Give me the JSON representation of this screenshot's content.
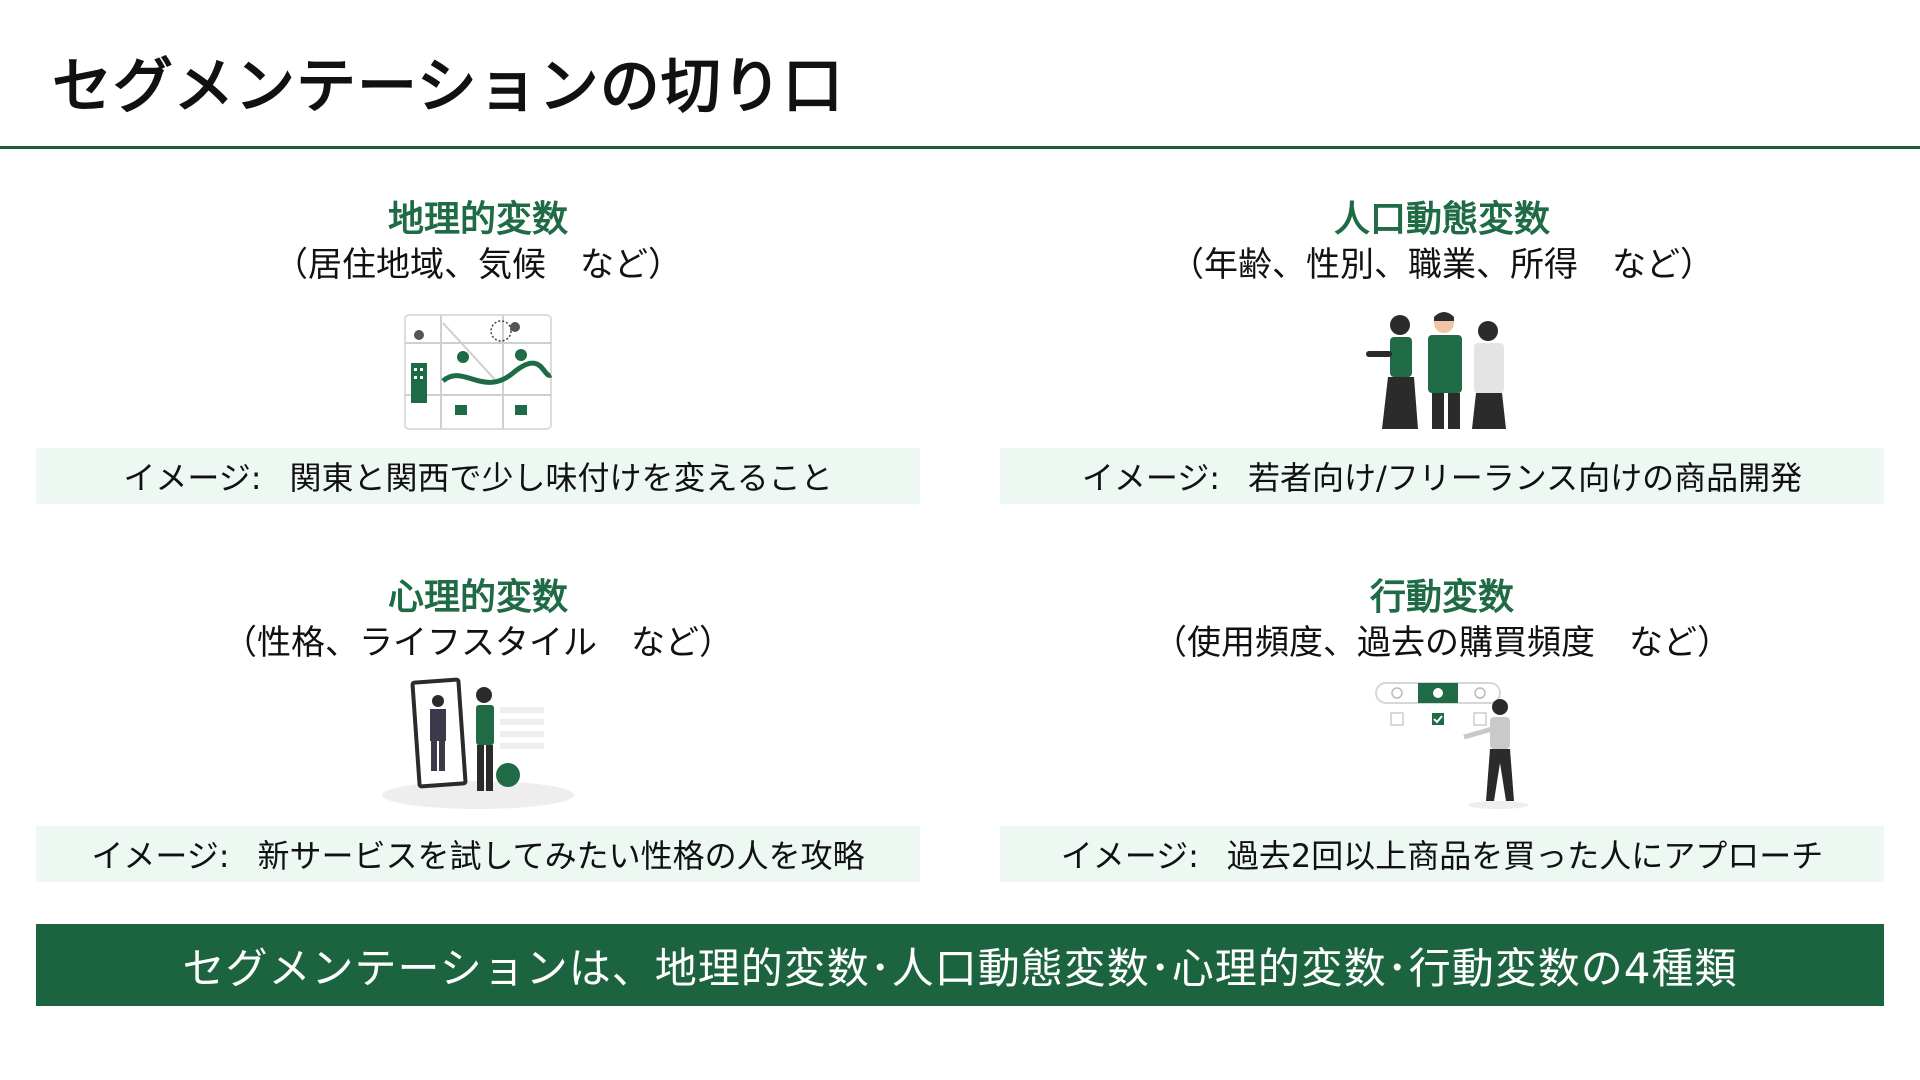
{
  "title": "セグメンテーションの切り口",
  "example_label": "イメージ:",
  "quadrants": [
    {
      "heading": "地理的変数",
      "sub": "（居住地域、気候　など）",
      "illustration": "city-map-illustration",
      "example": "関東と関西で少し味付けを変えること"
    },
    {
      "heading": "人口動態変数",
      "sub": "（年齢、性別、職業、所得　など）",
      "illustration": "people-group-illustration",
      "example": "若者向け/フリーランス向けの商品開発"
    },
    {
      "heading": "心理的変数",
      "sub": "（性格、ライフスタイル　など）",
      "illustration": "mirror-person-illustration",
      "example": "新サービスを試してみたい性格の人を攻略"
    },
    {
      "heading": "行動変数",
      "sub": "（使用頻度、過去の購買頻度　など）",
      "illustration": "choice-selection-illustration",
      "example": "過去2回以上商品を買った人にアプローチ"
    }
  ],
  "summary": "セグメンテーションは、地理的変数･人口動態変数･心理的変数･行動変数の4種類",
  "colors": {
    "accent": "#1f6b45",
    "bar": "#1c6440",
    "example_bg": "#eef8f3",
    "rule": "#1f5c3e"
  }
}
